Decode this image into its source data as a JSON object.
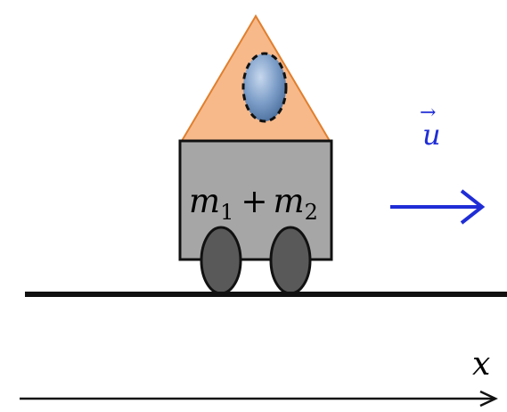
{
  "cart": {
    "label_m": "m",
    "label_sub1": "1",
    "label_plus": "+",
    "label_sub2": "2"
  },
  "velocity": {
    "label": "u",
    "vector_mark": "→",
    "color": "#1f2dd6"
  },
  "axis": {
    "label": "x"
  },
  "colors": {
    "roof": "#f7b98a",
    "roof_edge": "#e07f2e",
    "body": "#a6a6a6",
    "wheel": "#595959",
    "ball": "#8aa9cf"
  },
  "icons": {
    "ball": "ball-icon",
    "wheel": "wheel-icon"
  }
}
